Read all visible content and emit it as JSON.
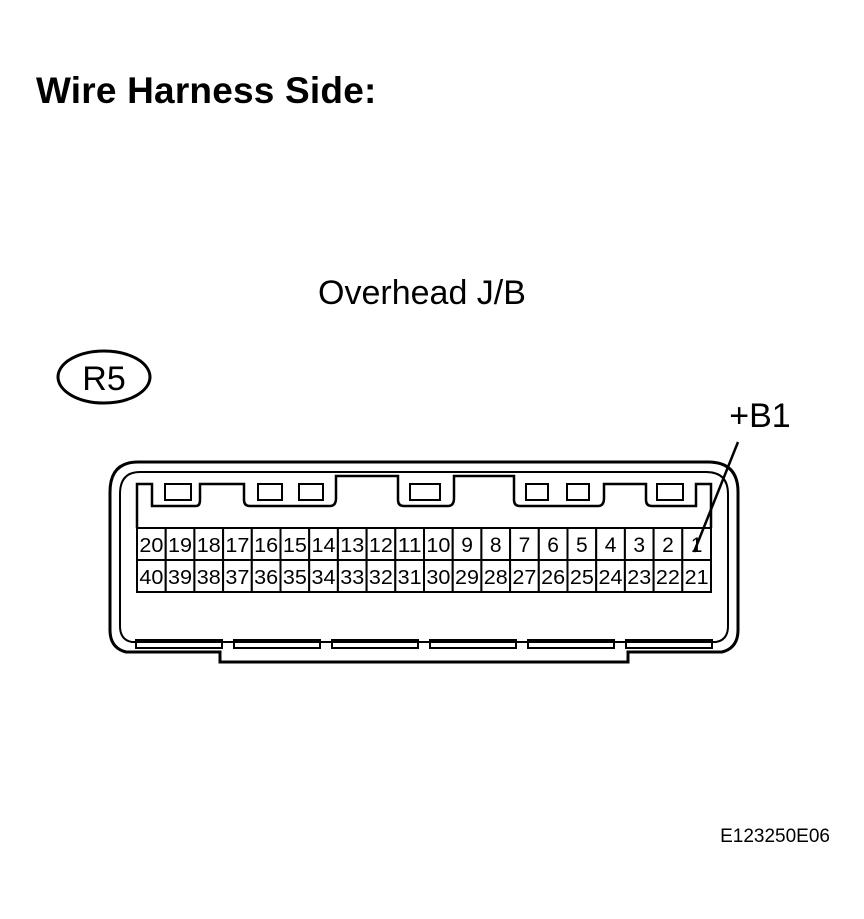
{
  "title": "Wire Harness Side:",
  "component_name": "Overhead J/B",
  "connector_code": "R5",
  "terminal_label": "+B1",
  "terminal_label_points_to": "1",
  "terminals": {
    "top_row": [
      "20",
      "19",
      "18",
      "17",
      "16",
      "15",
      "14",
      "13",
      "12",
      "11",
      "10",
      "9",
      "8",
      "7",
      "6",
      "5",
      "4",
      "3",
      "2",
      "1"
    ],
    "bottom_row": [
      "40",
      "39",
      "38",
      "37",
      "36",
      "35",
      "34",
      "33",
      "32",
      "31",
      "30",
      "29",
      "28",
      "27",
      "26",
      "25",
      "24",
      "23",
      "22",
      "21"
    ]
  },
  "figure_code": "E123250E06",
  "colors": {
    "line": "#000000",
    "background": "#ffffff"
  }
}
